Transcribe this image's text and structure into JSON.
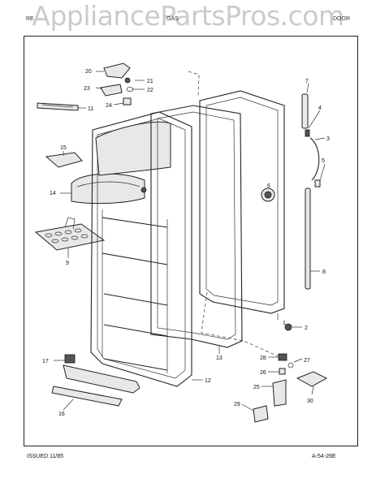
{
  "watermark": "AppliancePartsPros.com",
  "header": {
    "left": "RE",
    "center": "GAS",
    "right": "DOOR"
  },
  "footer": {
    "issued": "ISSUED 11/85",
    "code": "A-54-26E"
  },
  "callouts": [
    "1",
    "2",
    "3",
    "4",
    "5",
    "6",
    "7",
    "8",
    "9",
    "11",
    "12",
    "13",
    "14",
    "15",
    "16",
    "17",
    "20",
    "21",
    "22",
    "23",
    "24",
    "25",
    "26",
    "27",
    "28",
    "29",
    "30"
  ]
}
